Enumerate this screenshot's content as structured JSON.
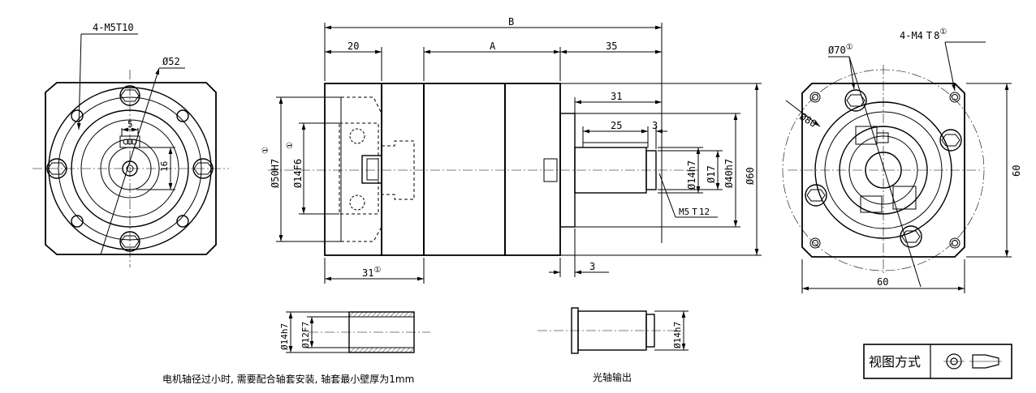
{
  "dims": {
    "front_left": {
      "holes": "4-M5",
      "depth": "10",
      "pcd": "Ø52",
      "key_w": "5",
      "key_h": "16"
    },
    "main": {
      "B": "B",
      "A": "A",
      "d20": "20",
      "d35": "35",
      "d31s": "31",
      "d25": "25",
      "d3a": "3",
      "d31b": "31",
      "d3b": "3",
      "bore": "Ø50H7",
      "input": "Ø14F6",
      "shaft": "Ø14h7",
      "d17": "Ø17",
      "pilot": "Ø40h7",
      "body": "Ø60",
      "thread": "M5",
      "thread_depth": "12"
    },
    "front_right": {
      "holes": "4-M4",
      "depth": "8",
      "pcd": "Ø70",
      "tap": "Ø80",
      "h60": "60",
      "w60": "60"
    },
    "sleeve": {
      "od": "Ø14h7",
      "id": "Ø12F7"
    },
    "smooth": {
      "od": "Ø14h7"
    }
  },
  "circled": "①",
  "depth_symbol": "T",
  "captions": {
    "sleeve": "电机轴径过小时, 需要配合轴套安装, 轴套最小壁厚为1mm",
    "smooth_shaft": "光轴输出"
  },
  "view_box": {
    "label": "视图方式"
  }
}
